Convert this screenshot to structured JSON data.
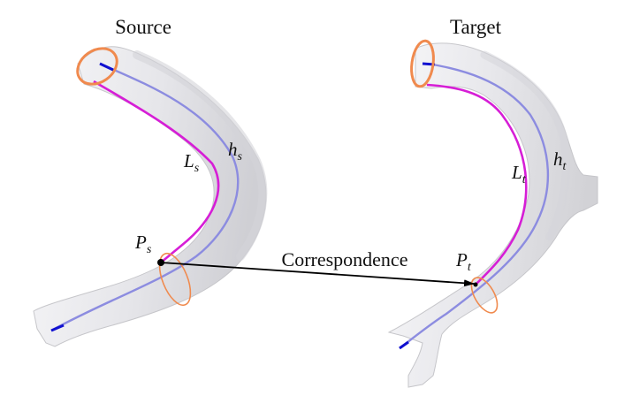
{
  "source": {
    "title": "Source",
    "centerline_label": "L",
    "centerline_sub": "s",
    "surface_label": "h",
    "surface_sub": "s",
    "point_label": "P",
    "point_sub": "s"
  },
  "target": {
    "title": "Target",
    "centerline_label": "L",
    "centerline_sub": "t",
    "surface_label": "h",
    "surface_sub": "t",
    "point_label": "P",
    "point_sub": "t"
  },
  "correspondence_label": "Correspondence",
  "colors": {
    "tube_fill": "#e9e9ec",
    "tube_edge": "#c4c4c8",
    "centerline": "#8c8ce0",
    "geodesic": "#d61ed6",
    "ring": "#f08a4e",
    "endpoint": "#1010d0",
    "arrow": "#000000"
  }
}
